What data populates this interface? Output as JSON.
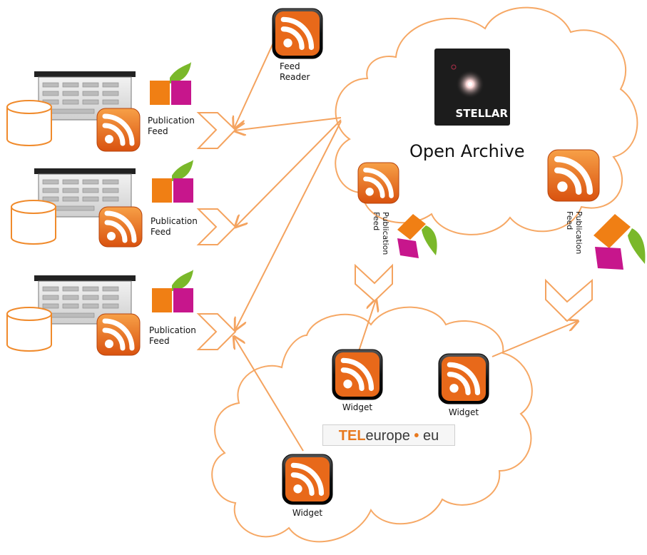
{
  "labels": {
    "feed_reader_line1": "Feed",
    "feed_reader_line2": "Reader",
    "publication_line1": "Publication",
    "publication_line2": "Feed",
    "open_archive": "Open Archive",
    "stellar": "STELLAR",
    "widget": "Widget"
  },
  "tel_logo": {
    "part1": "TEL",
    "part2": "europe",
    "dot": "•",
    "part3": "eu"
  },
  "colors": {
    "arrow": "#f4a35f",
    "cloud": "#f6a865",
    "rss_orange": "#e8691a",
    "rss_dark": "#1a1a1a",
    "cube_orange": "#f07f14",
    "cube_magenta": "#c7168c",
    "cube_green": "#7ab82a"
  },
  "icons": [
    "server-icon",
    "database-icon",
    "rss-icon",
    "publication-cube-icon",
    "stellar-logo"
  ]
}
